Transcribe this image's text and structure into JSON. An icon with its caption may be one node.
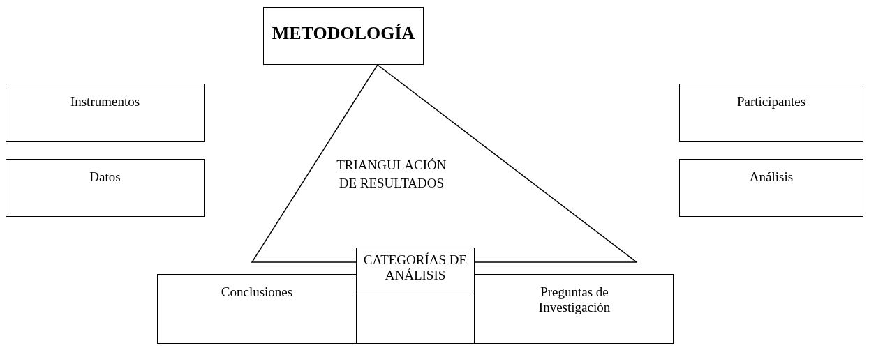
{
  "diagram": {
    "nodes": [
      {
        "text": [
          "METODOLOGÍA"
        ]
      },
      {
        "text": [
          "Instrumentos"
        ]
      },
      {
        "text": [
          "Participantes"
        ]
      },
      {
        "text": [
          "TRIANGULACIÓN DE RESULTADOS"
        ]
      },
      {
        "text": [
          "Datos"
        ]
      },
      {
        "text": [
          "Análisis"
        ]
      },
      {
        "text": [
          "CATEGORÍAS DE ANÁLISIS"
        ]
      },
      {
        "text": [
          "Conclusiones"
        ]
      },
      {
        "text": [],
        "shape": "box"
      },
      {
        "text": [
          "Preguntas de Investigación"
        ]
      }
    ]
  }
}
